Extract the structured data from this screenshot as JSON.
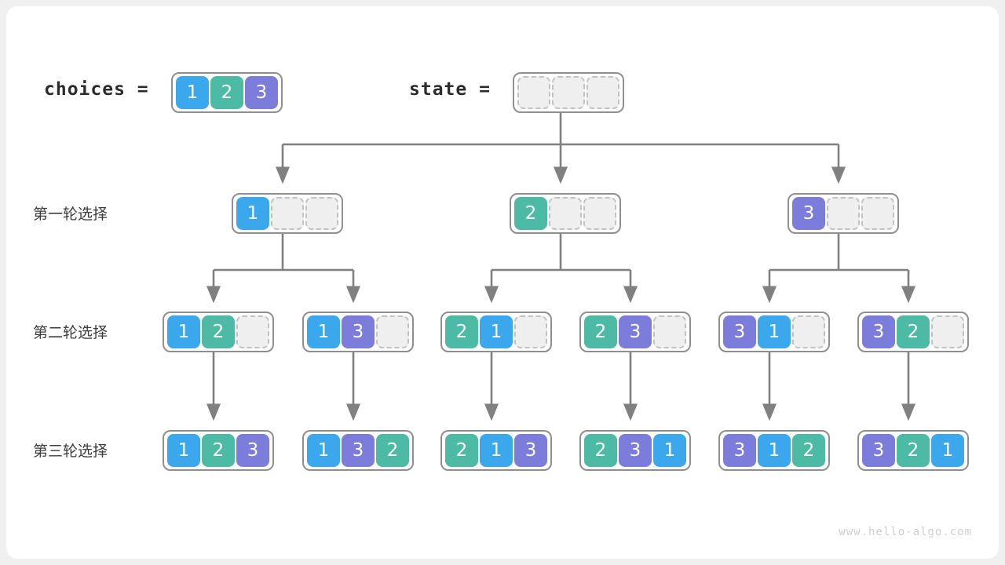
{
  "header": {
    "choices_label": "choices =",
    "state_label": "state =",
    "choices": [
      1,
      2,
      3
    ],
    "state": [
      null,
      null,
      null
    ]
  },
  "colors": {
    "one": "#3ba7ed",
    "two": "#4cbaa4",
    "three": "#7c7ddb",
    "empty_fill": "#efefef",
    "empty_border": "#c2c2c2",
    "array_border": "#8f8f8f",
    "edge": "#808080",
    "text": "#3c3c3c",
    "watermark": "#cfcfcf"
  },
  "rows": [
    {
      "label": "第一轮选择"
    },
    {
      "label": "第二轮选择"
    },
    {
      "label": "第三轮选择"
    }
  ],
  "level1": [
    {
      "cells": [
        1,
        null,
        null
      ]
    },
    {
      "cells": [
        2,
        null,
        null
      ]
    },
    {
      "cells": [
        3,
        null,
        null
      ]
    }
  ],
  "level2": [
    {
      "cells": [
        1,
        2,
        null
      ]
    },
    {
      "cells": [
        1,
        3,
        null
      ]
    },
    {
      "cells": [
        2,
        1,
        null
      ]
    },
    {
      "cells": [
        2,
        3,
        null
      ]
    },
    {
      "cells": [
        3,
        1,
        null
      ]
    },
    {
      "cells": [
        3,
        2,
        null
      ]
    }
  ],
  "level3": [
    {
      "cells": [
        1,
        2,
        3
      ]
    },
    {
      "cells": [
        1,
        3,
        2
      ]
    },
    {
      "cells": [
        2,
        1,
        3
      ]
    },
    {
      "cells": [
        2,
        3,
        1
      ]
    },
    {
      "cells": [
        3,
        1,
        2
      ]
    },
    {
      "cells": [
        3,
        2,
        1
      ]
    }
  ],
  "watermark": "www.hello-algo.com"
}
